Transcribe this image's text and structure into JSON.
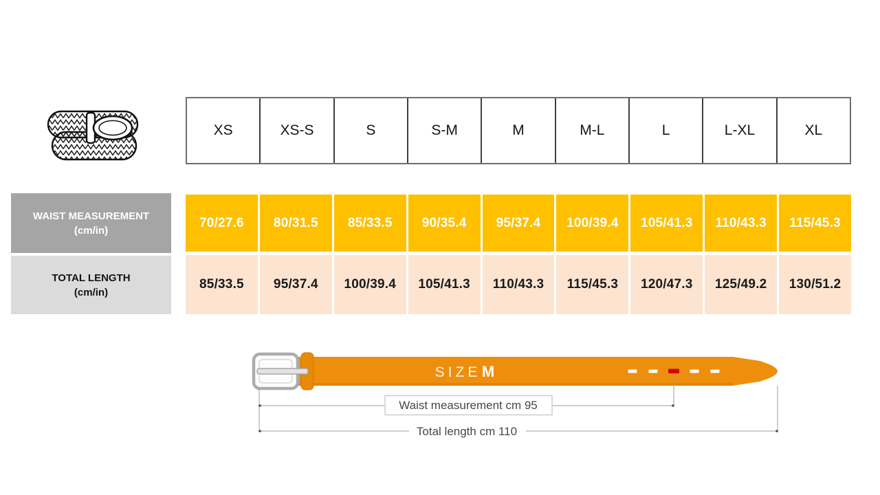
{
  "chart_data": {
    "type": "table",
    "categories": [
      "XS",
      "XS-S",
      "S",
      "S-M",
      "M",
      "M-L",
      "L",
      "L-XL",
      "XL"
    ],
    "series": [
      {
        "name": "WAIST MEASUREMENT (cm/in)",
        "values": [
          "70/27.6",
          "80/31.5",
          "85/33.5",
          "90/35.4",
          "95/37.4",
          "100/39.4",
          "105/41.3",
          "110/43.3",
          "115/45.3"
        ]
      },
      {
        "name": "TOTAL LENGTH (cm/in)",
        "values": [
          "85/33.5",
          "95/37.4",
          "100/39.4",
          "105/41.3",
          "110/43.3",
          "115/45.3",
          "120/47.3",
          "125/49.2",
          "130/51.2"
        ]
      }
    ],
    "legend_position": "left-row-labels",
    "grid": true
  },
  "size_table": {
    "row_labels": [
      {
        "line1": "WAIST MEASUREMENT",
        "line2": "(cm/in)"
      },
      {
        "line1": "TOTAL LENGTH",
        "line2": "(cm/in)"
      }
    ]
  },
  "belt_diagram": {
    "size_label": "SIZE",
    "size_value": "M",
    "waist_measurement_label": "Waist measurement cm 95",
    "total_length_label": "Total length cm 110",
    "holes": 5,
    "highlighted_hole": 3
  },
  "icons": {
    "top_left": "braided-belt-icon",
    "bottom": "belt-with-buckle-diagram"
  },
  "colors": {
    "waist_cell_yellow": "#ffc000",
    "length_cell_peach": "#fce4d0",
    "waist_label_gray": "#a5a5a5",
    "length_label_light_gray": "#dbdbdb",
    "belt_orange": "#ee8e0d",
    "keeper_orange": "#e68a08",
    "hole_red": "#ce0400",
    "dimension_line_gray": "#9d9d9d"
  }
}
